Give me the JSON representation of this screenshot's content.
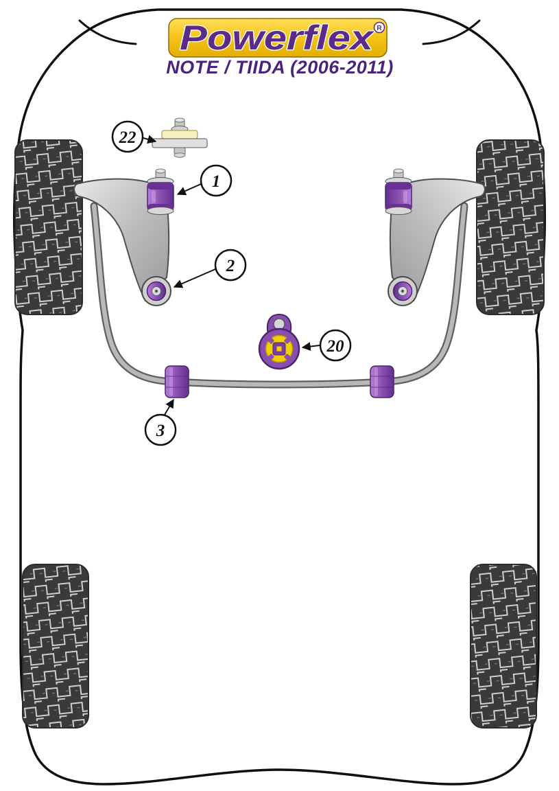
{
  "brand": {
    "logo_text": "Powerflex",
    "registered_mark": "R"
  },
  "header": {
    "subtitle": "NOTE / TIIDA (2006-2011)"
  },
  "callouts": [
    {
      "label": "22"
    },
    {
      "label": "1"
    },
    {
      "label": "2"
    },
    {
      "label": "20"
    },
    {
      "label": "3"
    }
  ],
  "colors": {
    "brand_purple": "#5b2b87",
    "brand_gold": "#f2c200",
    "bush_purple": "#8a4fae",
    "insert_yellow": "#f2cf00",
    "tire_dark": "#3a3a3a",
    "metal_gray": "#c9c9c9",
    "outline_black": "#101010"
  }
}
